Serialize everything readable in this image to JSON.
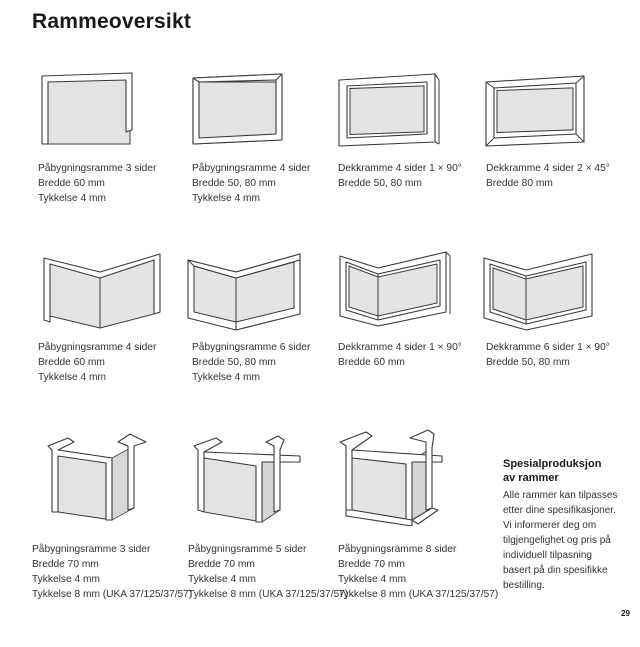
{
  "page": {
    "title": "Rammeoversikt",
    "page_number": "29"
  },
  "frames": [
    {
      "icon": "frame-3-sides-icon",
      "lines": [
        "Påbygningsramme 3 sider",
        "Bredde 60 mm",
        "Tykkelse 4 mm"
      ]
    },
    {
      "icon": "frame-4-sides-icon",
      "lines": [
        "Påbygningsramme 4 sider",
        "Bredde 50, 80 mm",
        "Tykkelse 4 mm"
      ]
    },
    {
      "icon": "cover-frame-4-sides-90-icon",
      "lines": [
        "Dekkramme 4 sider 1 × 90°",
        "Bredde 50, 80 mm"
      ]
    },
    {
      "icon": "cover-frame-4-sides-45-icon",
      "lines": [
        "Dekkramme 4 sider 2 × 45°",
        "Bredde 80 mm"
      ]
    },
    {
      "icon": "corner-frame-4-sides-icon",
      "lines": [
        "Påbygningsramme 4 sider",
        "Bredde 60 mm",
        "Tykkelse 4 mm"
      ]
    },
    {
      "icon": "corner-frame-6-sides-icon",
      "lines": [
        "Påbygningsramme 6 sider",
        "Bredde 50, 80 mm",
        "Tykkelse 4 mm"
      ]
    },
    {
      "icon": "corner-cover-frame-4-sides-icon",
      "lines": [
        "Dekkramme 4 sider 1 × 90°",
        "Bredde 60 mm"
      ]
    },
    {
      "icon": "corner-cover-frame-6-sides-icon",
      "lines": [
        "Dekkramme 6 sider 1 × 90°",
        "Bredde 50, 80 mm"
      ]
    },
    {
      "icon": "box-frame-3-sides-icon",
      "lines": [
        "Påbygningsramme 3 sider",
        "Bredde 70 mm",
        "Tykkelse 4 mm",
        "Tykkelse 8 mm (UKA 37/125/37/57)"
      ]
    },
    {
      "icon": "box-frame-5-sides-icon",
      "lines": [
        "Påbygningsramme 5 sider",
        "Bredde 70 mm",
        "Tykkelse 4 mm",
        "Tykkelse 8 mm (UKA 37/125/37/57)"
      ]
    },
    {
      "icon": "box-frame-8-sides-icon",
      "lines": [
        "Påbygningsramme 8 sider",
        "Bredde 70 mm",
        "Tykkelse 4 mm",
        "Tykkelse 8 mm (UKA 37/125/37/57)"
      ]
    }
  ],
  "special": {
    "heading": [
      "Spesialproduksjon",
      "av rammer"
    ],
    "body": [
      "Alle rammer kan tilpasses",
      "etter dine spesifikasjoner.",
      "Vi informerer deg om",
      "tilgjengelighet og pris på",
      "individuell tilpasning",
      "basert på din spesifikke",
      "bestilling."
    ]
  }
}
